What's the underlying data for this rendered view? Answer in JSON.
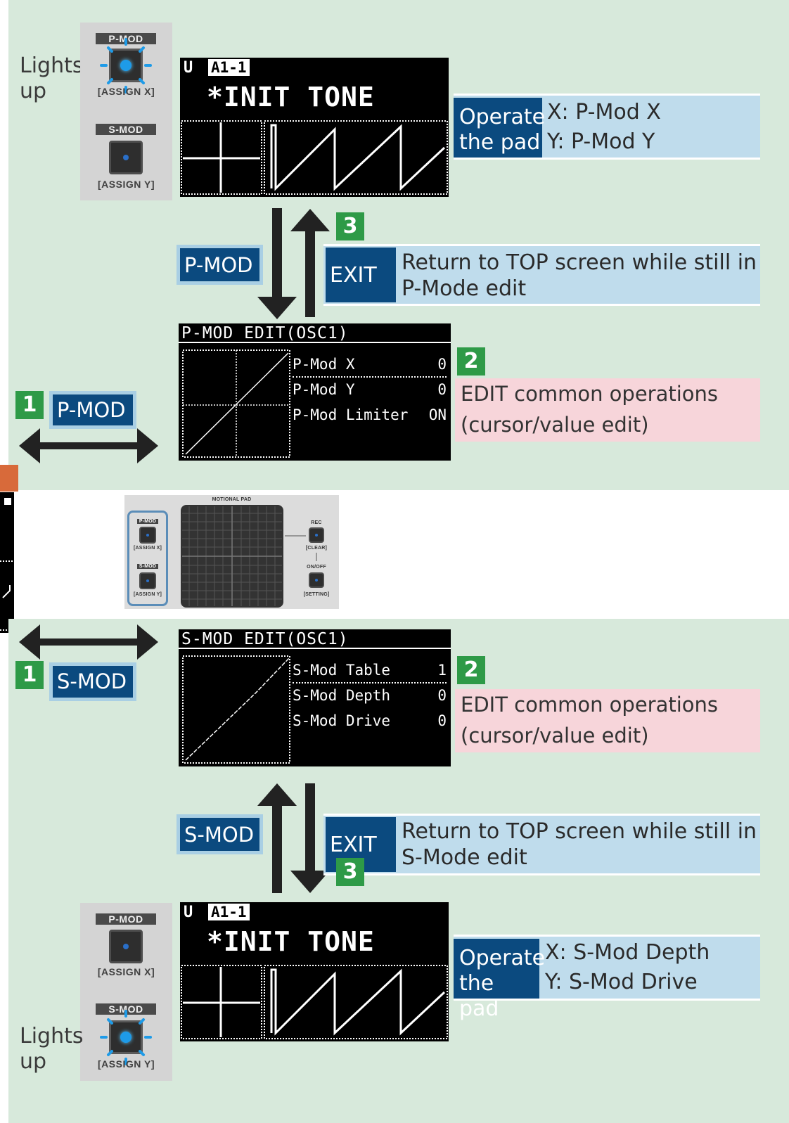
{
  "lights_up": "Lights up",
  "lights_up_lines": [
    "Lights",
    "up"
  ],
  "panel_labels": {
    "p_mod": "P-MOD",
    "s_mod": "S-MOD",
    "assign_x": "[ASSIGN X]",
    "assign_y": "[ASSIGN Y]"
  },
  "top_screen": {
    "mode_icon": "U",
    "patch": "A1-1",
    "tone_name": "*INIT TONE"
  },
  "p_mod_edit": {
    "title": "P-MOD EDIT(OSC1)",
    "params": [
      {
        "name": "P-Mod X",
        "value": "0"
      },
      {
        "name": "P-Mod Y",
        "value": "0"
      },
      {
        "name": "P-Mod Limiter",
        "value": "ON"
      }
    ]
  },
  "s_mod_edit": {
    "title": "S-MOD EDIT(OSC1)",
    "params": [
      {
        "name": "S-Mod Table",
        "value": "1"
      },
      {
        "name": "S-Mod Depth",
        "value": "0"
      },
      {
        "name": "S-Mod Drive",
        "value": "0"
      }
    ]
  },
  "operate_pad": {
    "label_lines": [
      "Operate",
      "the pad"
    ],
    "p_mod_lines": [
      "X: P-Mod X",
      "Y: P-Mod Y"
    ],
    "s_mod_lines": [
      "X: S-Mod Depth",
      "Y: S-Mod Drive"
    ]
  },
  "tags": {
    "p_mod": "P-MOD",
    "s_mod": "S-MOD",
    "exit": "EXIT"
  },
  "steps": {
    "one": "1",
    "two": "2",
    "three": "3"
  },
  "return_p": [
    "Return to TOP screen while still in",
    "P-Mode edit"
  ],
  "return_s": [
    "Return to TOP screen while still in",
    "S-Mode edit"
  ],
  "edit_common": [
    "EDIT common operations",
    "(cursor/value edit)"
  ],
  "motional_pad": {
    "title": "MOTIONAL PAD",
    "p_mod": "P-MOD",
    "assign_x": "[ASSIGN X]",
    "s_mod": "S-MOD",
    "assign_y": "[ASSIGN Y]",
    "rec": "REC",
    "clear": "[CLEAR]",
    "on_off": "ON/OFF",
    "setting": "[SETTING]"
  },
  "colors": {
    "section_bg": "#d7e9db",
    "navy": "#0b4a7f",
    "light_blue": "#bfdcec",
    "pink": "#f7d5da",
    "green_step": "#2e9a47",
    "orange_tab": "#d86a3a",
    "led_blue": "#1e9be8"
  },
  "icons": [
    "double-arrow-icon",
    "down-arrow-icon",
    "up-arrow-icon",
    "led-icon",
    "sawtooth-graph-icon",
    "diagonal-graph-icon"
  ]
}
